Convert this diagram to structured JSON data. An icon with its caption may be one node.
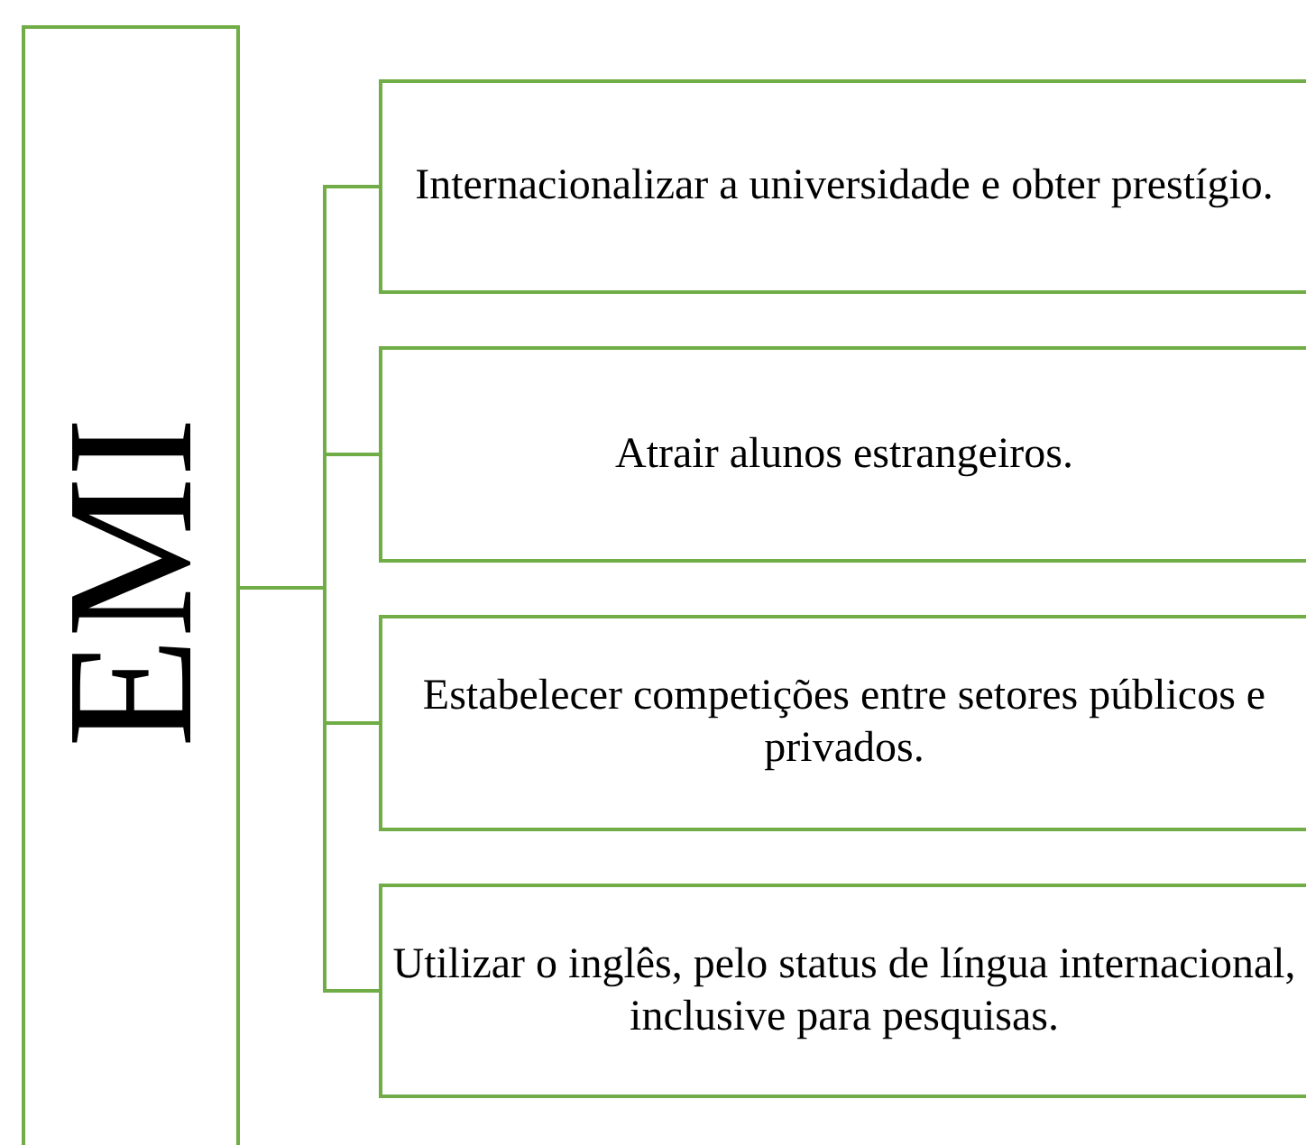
{
  "diagram": {
    "nodes": [
      {
        "text": [
          "EMI"
        ]
      },
      {
        "text": [
          "Internacionalizar a universidade e obter prestígio."
        ]
      },
      {
        "text": [
          "Atrair alunos estrangeiros."
        ]
      },
      {
        "text": [
          "Estabelecer competições entre setores públicos e privados."
        ]
      },
      {
        "text": [
          "Utilizar o inglês, pelo status de língua internacional, inclusive para pesquisas."
        ]
      }
    ],
    "edges": [
      {
        "from": 0,
        "to": 1,
        "arrow": "none"
      },
      {
        "from": 0,
        "to": 2,
        "arrow": "none"
      },
      {
        "from": 0,
        "to": 3,
        "arrow": "none"
      },
      {
        "from": 0,
        "to": 4,
        "arrow": "none"
      }
    ]
  }
}
